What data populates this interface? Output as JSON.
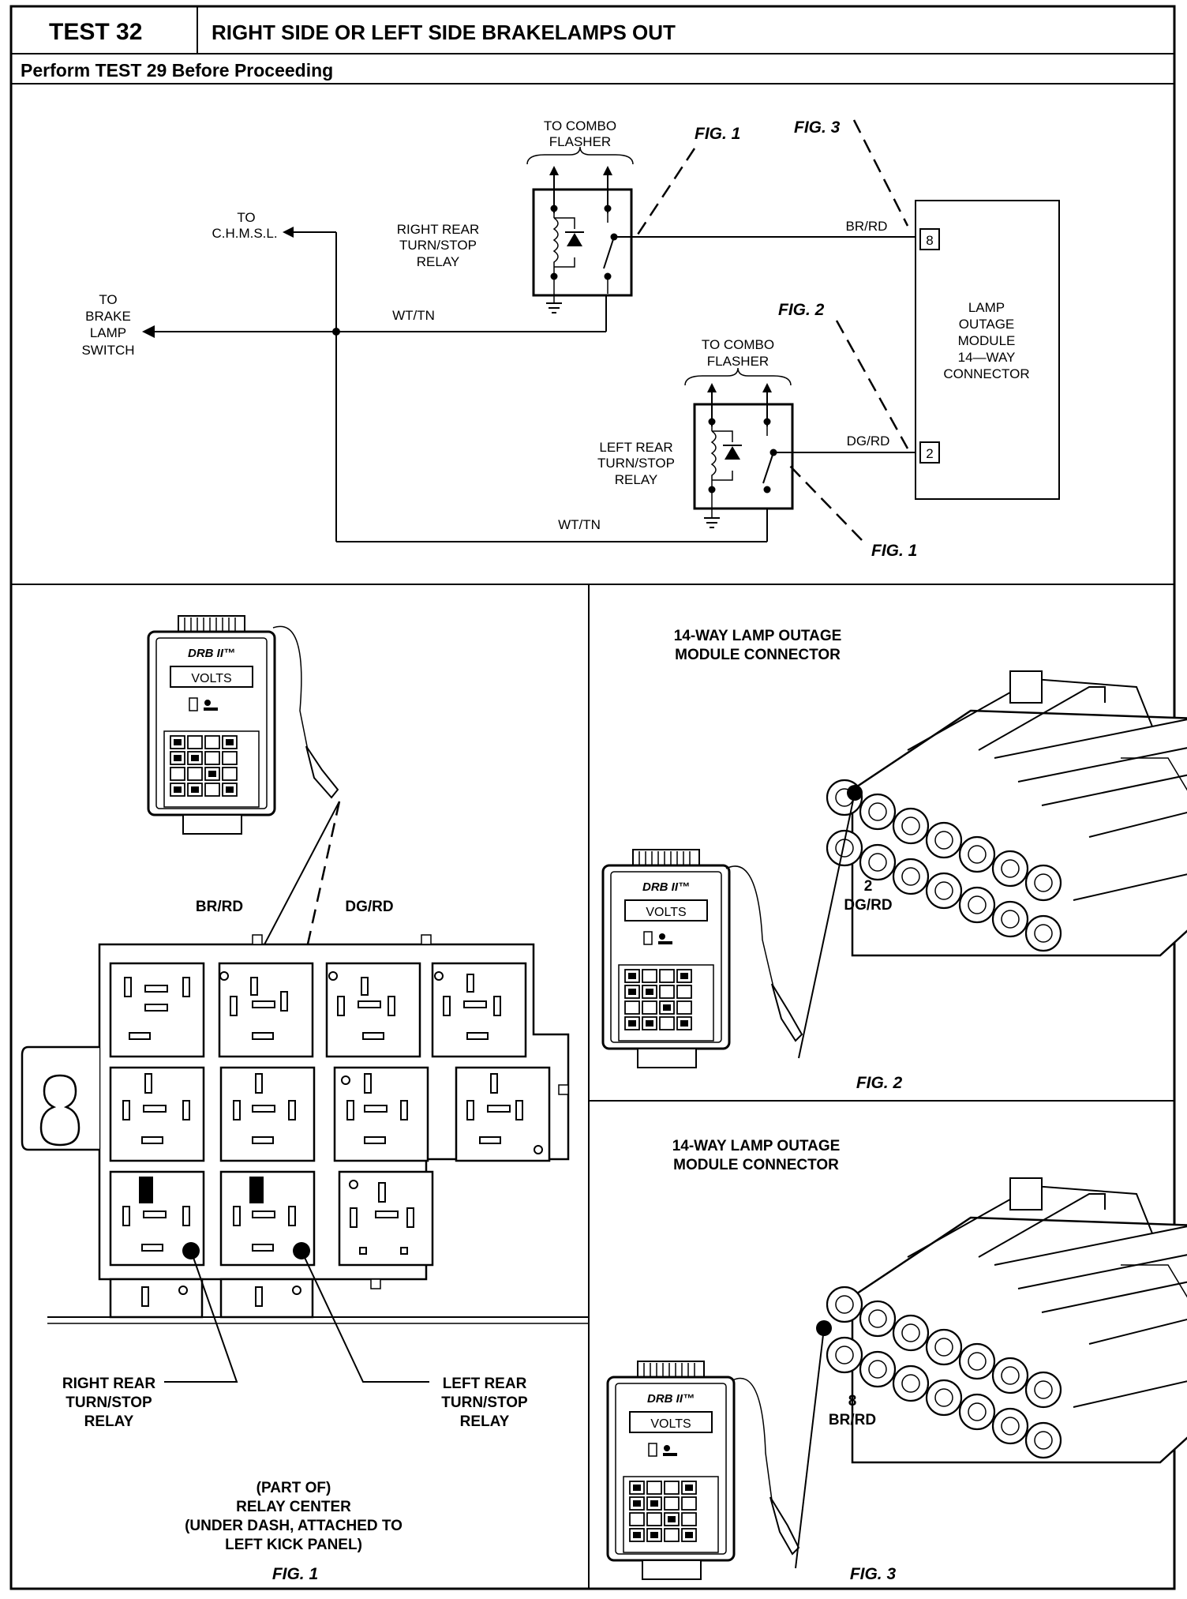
{
  "header": {
    "test_number": "TEST 32",
    "title": "RIGHT SIDE OR LEFT SIDE BRAKELAMPS OUT",
    "subtitle": "Perform TEST 29 Before Proceeding"
  },
  "schematic": {
    "to_chmsl": [
      "TO",
      "C.H.M.S.L."
    ],
    "to_brake_lamp_switch": [
      "TO",
      "BRAKE",
      "LAMP",
      "SWITCH"
    ],
    "to_combo_flasher_top": [
      "TO COMBO",
      "FLASHER"
    ],
    "to_combo_flasher_bottom": [
      "TO COMBO",
      "FLASHER"
    ],
    "right_relay_label": [
      "RIGHT REAR",
      "TURN/STOP",
      "RELAY"
    ],
    "left_relay_label": [
      "LEFT REAR",
      "TURN/STOP",
      "RELAY"
    ],
    "wire_wt_tn_top": "WT/TN",
    "wire_wt_tn_bottom": "WT/TN",
    "wire_br_rd": "BR/RD",
    "wire_dg_rd": "DG/RD",
    "module_label": [
      "LAMP",
      "OUTAGE",
      "MODULE",
      "14—WAY",
      "CONNECTOR"
    ],
    "pin_8": "8",
    "pin_2": "2",
    "fig1_top": "FIG. 1",
    "fig1_bottom": "FIG. 1",
    "fig2": "FIG. 2",
    "fig3": "FIG. 3"
  },
  "fig1_panel": {
    "tester_brand": "DRB II™",
    "tester_display": "VOLTS",
    "wire_br_rd": "BR/RD",
    "wire_dg_rd": "DG/RD",
    "right_relay_label": [
      "RIGHT REAR",
      "TURN/STOP",
      "RELAY"
    ],
    "left_relay_label": [
      "LEFT REAR",
      "TURN/STOP",
      "RELAY"
    ],
    "relay_center_label": [
      "(PART OF)",
      "RELAY CENTER",
      "(UNDER DASH, ATTACHED TO",
      "LEFT KICK PANEL)"
    ],
    "caption": "FIG. 1"
  },
  "fig2_panel": {
    "title": [
      "14-WAY LAMP OUTAGE",
      "MODULE CONNECTOR"
    ],
    "pin_number": "2",
    "pin_wire": "DG/RD",
    "tester_brand": "DRB II™",
    "tester_display": "VOLTS",
    "caption": "FIG. 2"
  },
  "fig3_panel": {
    "title": [
      "14-WAY LAMP OUTAGE",
      "MODULE CONNECTOR"
    ],
    "pin_number": "8",
    "pin_wire": "BR/RD",
    "tester_brand": "DRB II™",
    "tester_display": "VOLTS",
    "caption": "FIG. 3"
  }
}
